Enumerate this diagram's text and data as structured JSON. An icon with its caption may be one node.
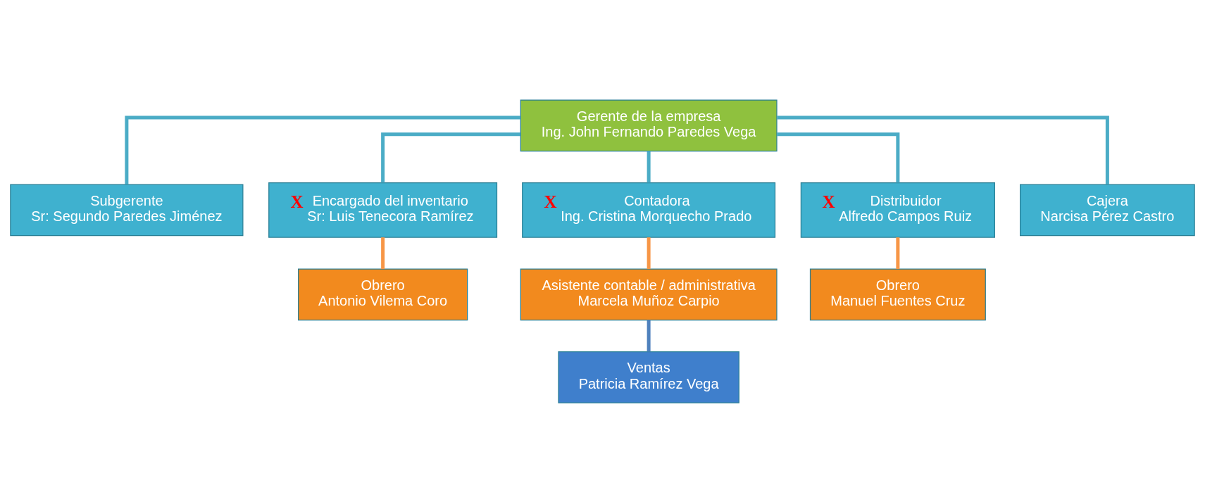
{
  "diagram": {
    "nodes": [
      {
        "text": [
          "Gerente de la empresa",
          "Ing. John Fernando Paredes Vega"
        ]
      },
      {
        "text": [
          "Subgerente",
          "Sr: Segundo Paredes Jiménez"
        ]
      },
      {
        "text": [
          "X",
          "Encargado del inventario",
          "Sr: Luis Tenecora Ramírez"
        ]
      },
      {
        "text": [
          "X",
          "Contadora",
          "Ing. Cristina Morquecho Prado"
        ]
      },
      {
        "text": [
          "X",
          "Distribuidor",
          "Alfredo Campos Ruiz"
        ]
      },
      {
        "text": [
          "Cajera",
          "Narcisa Pérez Castro"
        ]
      },
      {
        "text": [
          "Obrero",
          "Antonio Vilema Coro"
        ]
      },
      {
        "text": [
          "Asistente contable / administrativa",
          "Marcela Muñoz Carpio"
        ]
      },
      {
        "text": [
          "Ventas",
          "Patricia Ramírez Vega"
        ]
      },
      {
        "text": [
          "Obrero",
          "Manuel Fuentes Cruz"
        ]
      }
    ],
    "edges": [
      {
        "from": 0,
        "to": 1,
        "arrow": "none"
      },
      {
        "from": 0,
        "to": 2,
        "arrow": "none"
      },
      {
        "from": 0,
        "to": 3,
        "arrow": "none"
      },
      {
        "from": 0,
        "to": 4,
        "arrow": "none"
      },
      {
        "from": 0,
        "to": 5,
        "arrow": "none"
      },
      {
        "from": 2,
        "to": 6,
        "arrow": "none",
        "color": "#f79646"
      },
      {
        "from": 3,
        "to": 7,
        "arrow": "none",
        "color": "#f79646"
      },
      {
        "from": 7,
        "to": 8,
        "arrow": "none",
        "color": "#4f81bd"
      },
      {
        "from": 4,
        "to": 9,
        "arrow": "none",
        "color": "#f79646"
      }
    ]
  }
}
